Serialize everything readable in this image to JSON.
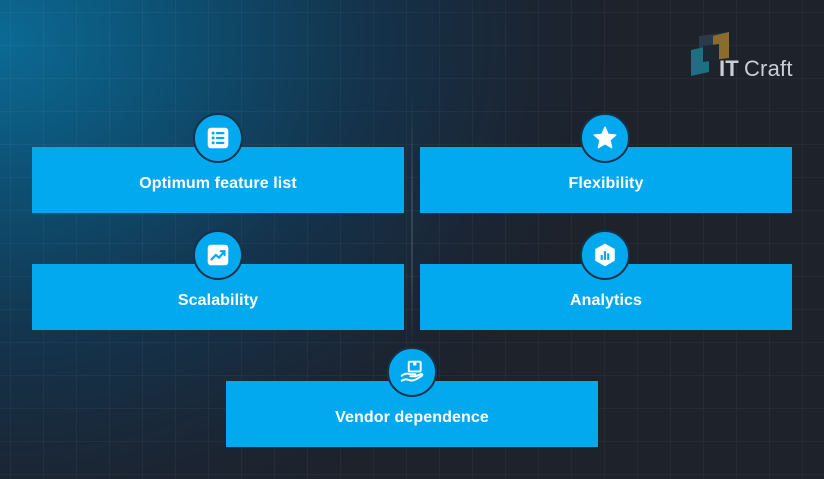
{
  "brand": {
    "logo_prefix": "IT",
    "logo_suffix": "Craft"
  },
  "colors": {
    "card": "#03a9ef",
    "text": "#ffffff",
    "logo_dark": "#27394a",
    "logo_gold": "#8a6d2e",
    "logo_teal": "#1f6f83"
  },
  "cards": [
    {
      "label": "Optimum feature list",
      "icon": "list-icon"
    },
    {
      "label": "Flexibility",
      "icon": "star-icon"
    },
    {
      "label": "Scalability",
      "icon": "trend-chart-icon"
    },
    {
      "label": "Analytics",
      "icon": "analytics-icon"
    },
    {
      "label": "Vendor dependence",
      "icon": "hand-box-icon"
    }
  ]
}
